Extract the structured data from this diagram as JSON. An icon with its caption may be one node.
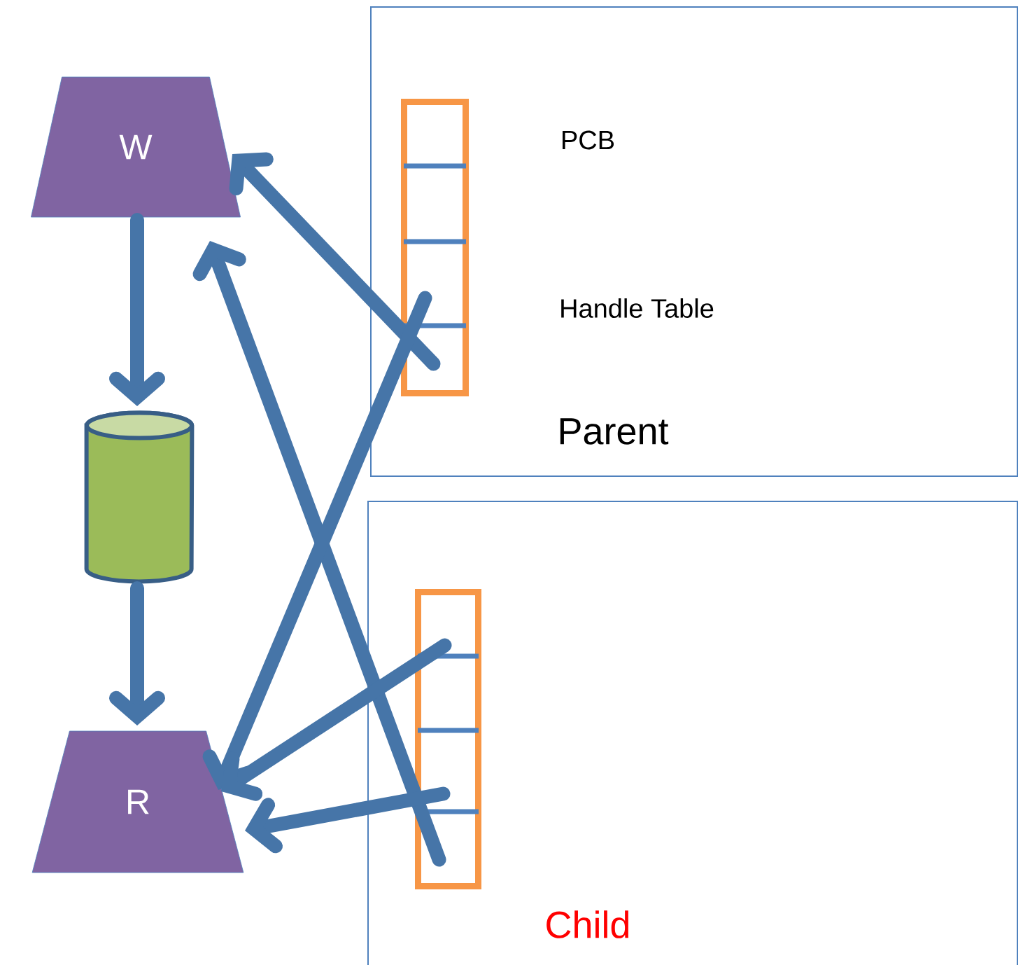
{
  "diagram": {
    "nodes": [
      {
        "text": [
          "Parent"
        ]
      },
      {
        "text": [],
        "shape": "box",
        "in": 0
      },
      {
        "text": [
          "Child"
        ]
      },
      {
        "text": [],
        "shape": "box",
        "in": 2
      },
      {
        "text": [
          "W"
        ]
      },
      {
        "text": [],
        "shape": "cylinder"
      },
      {
        "text": [
          "R"
        ]
      }
    ],
    "edges": [
      {
        "from": 4,
        "to": 5,
        "arrow": "to"
      },
      {
        "from": 5,
        "to": 6,
        "arrow": "to"
      },
      {
        "from": 1,
        "to": 4,
        "arrow": "to"
      },
      {
        "from": 3,
        "to": 4,
        "arrow": "to"
      },
      {
        "from": 1,
        "to": 6,
        "arrow": "to"
      },
      {
        "from": 3,
        "to": 6,
        "arrow": "to"
      },
      {
        "from": 3,
        "to": 6,
        "arrow": "to"
      }
    ],
    "labels": [
      "PCB",
      "Handle Table"
    ]
  }
}
